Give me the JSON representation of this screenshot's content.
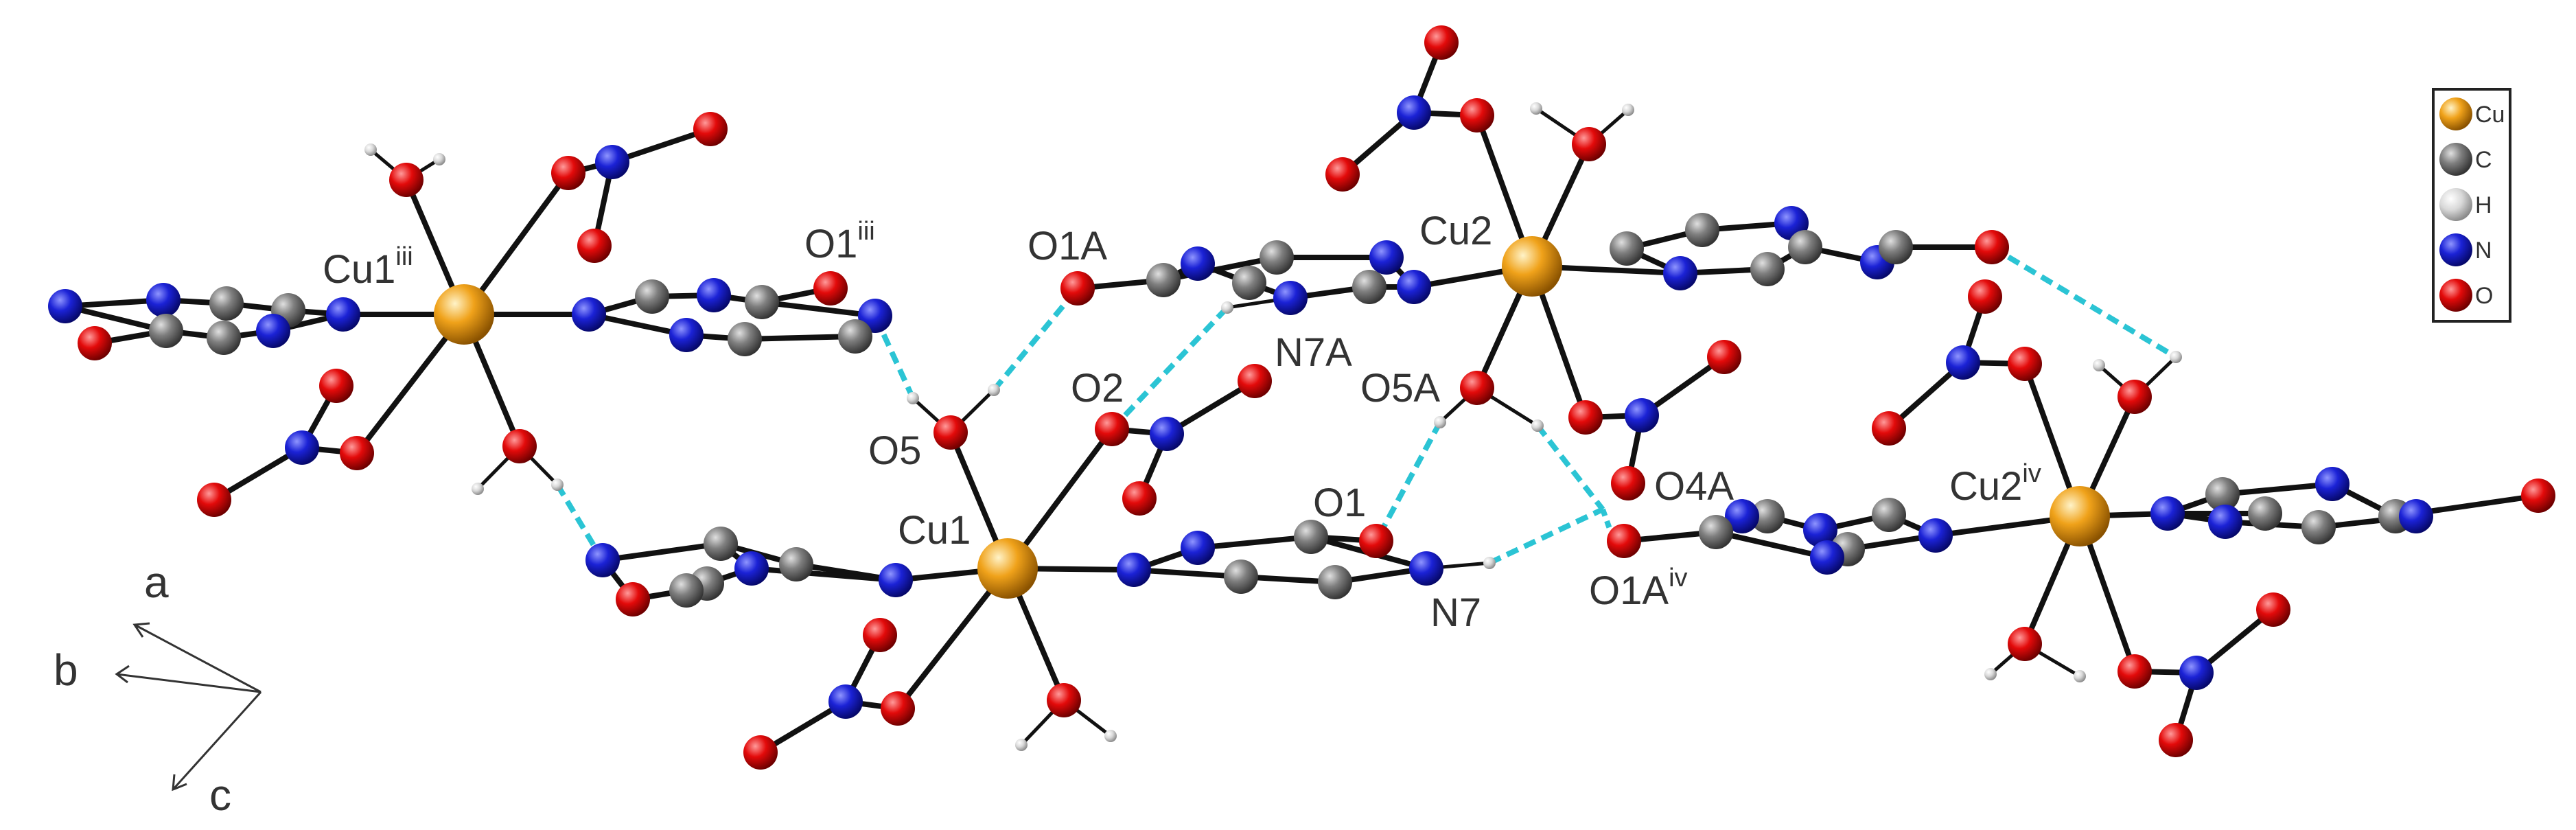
{
  "figure": {
    "atom_colors": {
      "Cu": "#f0a21a",
      "C": "#7f7f7f",
      "H": "#d8d8d8",
      "N": "#1b22d6",
      "O": "#e30a0a",
      "bond": "#111111",
      "hbond": "#2bc4d4"
    },
    "labels": {
      "cu1_iii": {
        "main": "Cu1",
        "sup": "iii"
      },
      "o1_iii": {
        "main": "O1",
        "sup": "iii"
      },
      "o1a": {
        "main": "O1A",
        "sup": ""
      },
      "o2": {
        "main": "O2",
        "sup": ""
      },
      "n7a": {
        "main": "N7A",
        "sup": ""
      },
      "cu2": {
        "main": "Cu2",
        "sup": ""
      },
      "o5a": {
        "main": "O5A",
        "sup": ""
      },
      "o5": {
        "main": "O5",
        "sup": ""
      },
      "cu1": {
        "main": "Cu1",
        "sup": ""
      },
      "o1": {
        "main": "O1",
        "sup": ""
      },
      "o4a": {
        "main": "O4A",
        "sup": ""
      },
      "cu2_iv": {
        "main": "Cu2",
        "sup": "iv"
      },
      "n7": {
        "main": "N7",
        "sup": ""
      },
      "o1a_iv": {
        "main": "O1A",
        "sup": "iv"
      }
    },
    "axes": {
      "a": "a",
      "b": "b",
      "c": "c"
    },
    "legend": [
      {
        "element": "Cu",
        "label": "Cu"
      },
      {
        "element": "C",
        "label": "C"
      },
      {
        "element": "H",
        "label": "H"
      },
      {
        "element": "N",
        "label": "N"
      },
      {
        "element": "O",
        "label": "O"
      }
    ]
  }
}
